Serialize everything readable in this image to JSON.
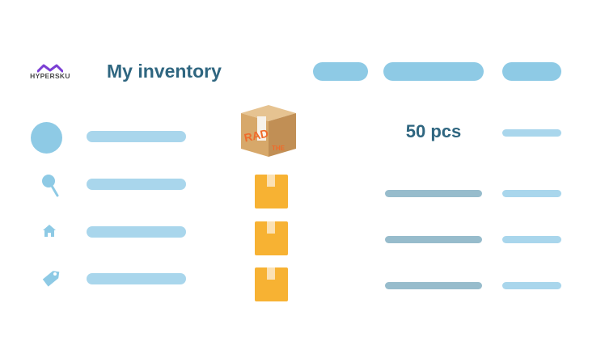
{
  "app": {
    "logo_text": "HYPERSKU",
    "title": "My inventory"
  },
  "header": {
    "pills": [
      "",
      "",
      ""
    ]
  },
  "sidebar": {
    "items": [
      {
        "icon": "avatar-circle"
      },
      {
        "icon": "search-icon"
      },
      {
        "icon": "home-icon"
      },
      {
        "icon": "tag-icon"
      }
    ]
  },
  "inventory": {
    "featured_quantity": "50 pcs",
    "rows": [
      {
        "item_icon": "open-box-icon"
      },
      {
        "item_icon": "box-icon"
      },
      {
        "item_icon": "box-icon"
      },
      {
        "item_icon": "box-icon"
      }
    ]
  },
  "colors": {
    "primary_text": "#2f6680",
    "accent": "#8ecae5",
    "light_bar": "#a9d6ec",
    "dark_bar": "#97bccc",
    "box_orange": "#f7b233",
    "logo_purple": "#7b3fd3"
  }
}
